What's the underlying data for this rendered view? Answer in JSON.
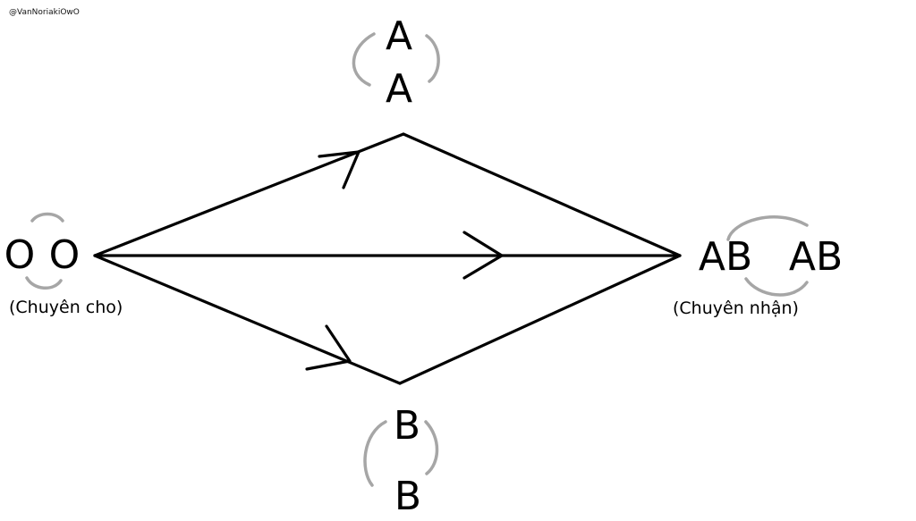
{
  "watermark": "@VanNoriakiOwO",
  "nodes": {
    "top": {
      "line1": "A",
      "line2": "A"
    },
    "left": {
      "letter1": "O",
      "letter2": "O",
      "caption": "(Chuyên cho)"
    },
    "right": {
      "label1": "AB",
      "label2": "AB",
      "caption": "(Chuyên nhận)"
    },
    "bottom": {
      "line1": "B",
      "line2": "B"
    }
  },
  "colors": {
    "ink": "#000000",
    "bracket": "#a6a6a6",
    "background": "#ffffff"
  }
}
